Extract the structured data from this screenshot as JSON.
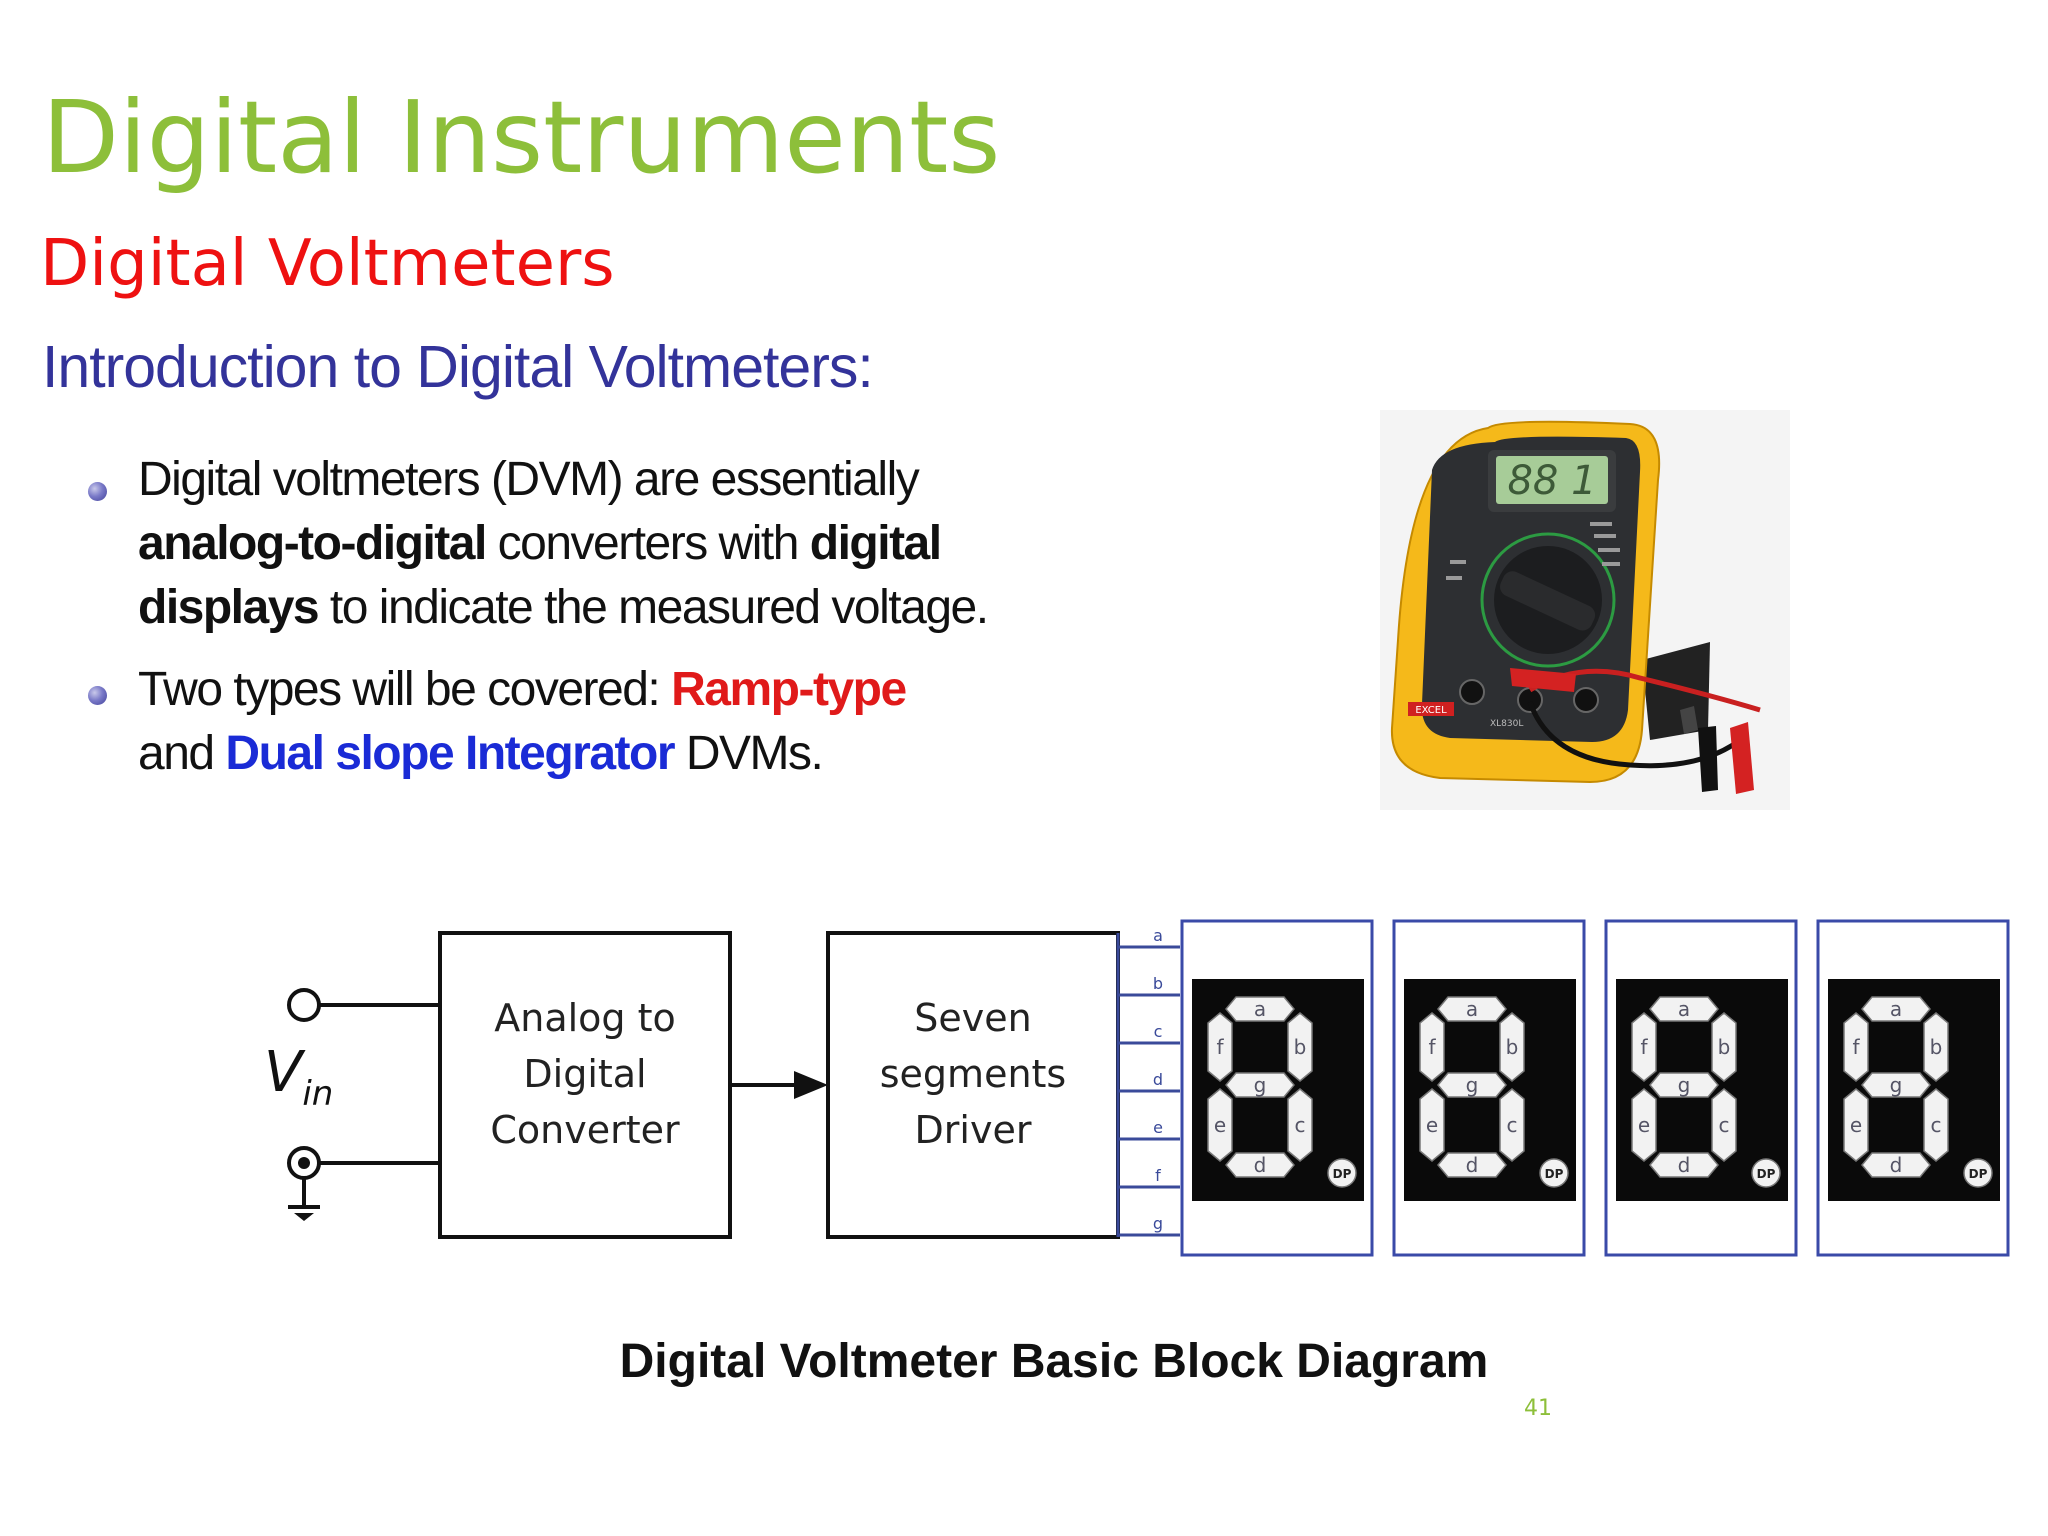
{
  "slide": {
    "title": "Digital Instruments",
    "subtitle": "Digital Voltmeters",
    "intro_heading": "Introduction to Digital Voltmeters:",
    "bullets": [
      {
        "line1": "Digital voltmeters (DVM) are essentially",
        "line2_bold1": "analog-to-digital",
        "line2_mid": " converters with ",
        "line2_bold2": "digital",
        "line3_bold": "displays",
        "line3_rest": " to indicate the measured voltage."
      },
      {
        "line1_prefix": "Two types will be covered: ",
        "line1_red": "Ramp-type",
        "line2_prefix": "and ",
        "line2_blue": "Dual slope Integrator",
        "line2_suffix": " DVMs."
      }
    ],
    "caption": "Digital Voltmeter Basic Block Diagram",
    "page_number": "41",
    "colors": {
      "title": "#8dbf3a",
      "subtitle": "#ee1111",
      "intro": "#33339a",
      "ramp": "#e01a1a",
      "dual": "#1a2bd6"
    }
  },
  "multimeter": {
    "display": "88 1",
    "brand": "EXCEL",
    "model": "XL830L"
  },
  "diagram": {
    "vin_label": "V",
    "vin_sub": "in",
    "adc_lines": [
      "Analog to",
      "Digital",
      "Converter"
    ],
    "driver_lines": [
      "Seven",
      "segments",
      "Driver"
    ],
    "bus_lines": [
      "a",
      "b",
      "c",
      "d",
      "e",
      "f",
      "g"
    ],
    "segment_labels": {
      "a": "a",
      "b": "b",
      "c": "c",
      "d": "d",
      "e": "e",
      "f": "f",
      "g": "g",
      "dp": "DP"
    },
    "digit_count": 4
  }
}
